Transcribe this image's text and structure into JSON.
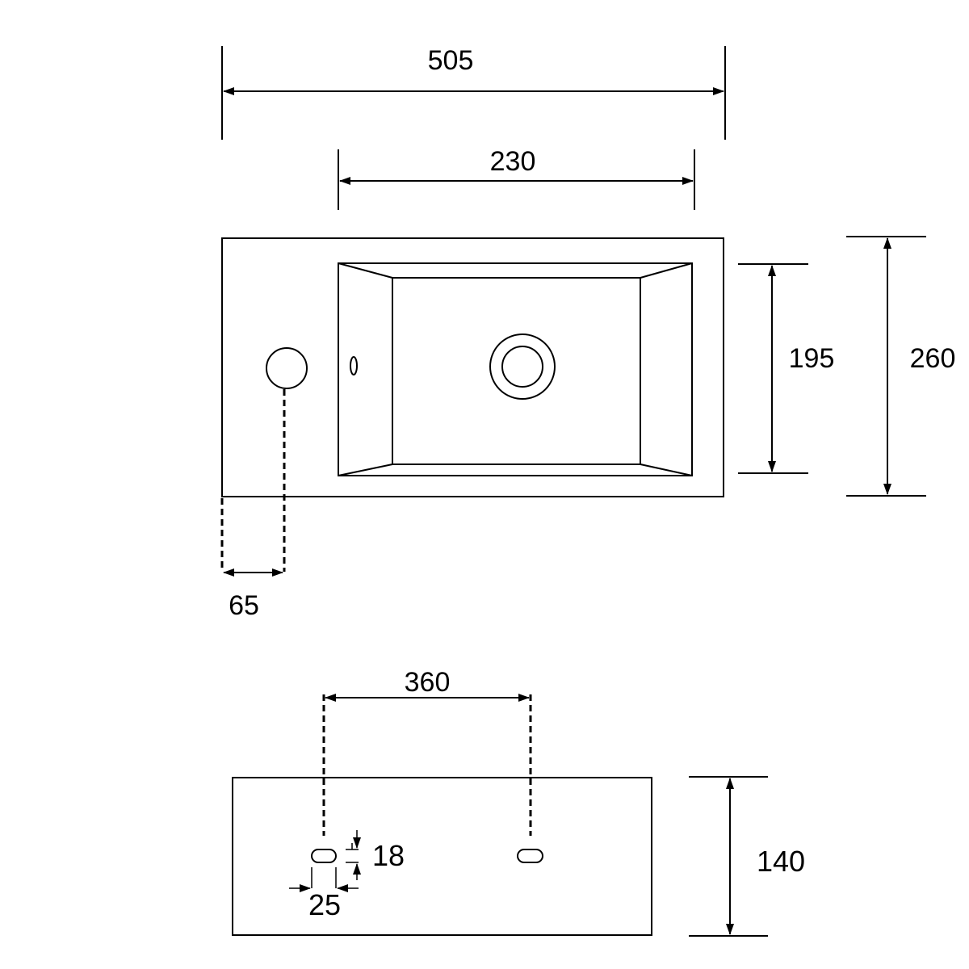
{
  "dimensions": {
    "overall_width": "505",
    "basin_width": "230",
    "basin_depth": "195",
    "overall_depth": "260",
    "tap_offset": "65",
    "mounting_spacing": "360",
    "slot_height": "18",
    "slot_width": "25",
    "height": "140"
  },
  "colors": {
    "line": "#000000",
    "background": "#ffffff"
  }
}
